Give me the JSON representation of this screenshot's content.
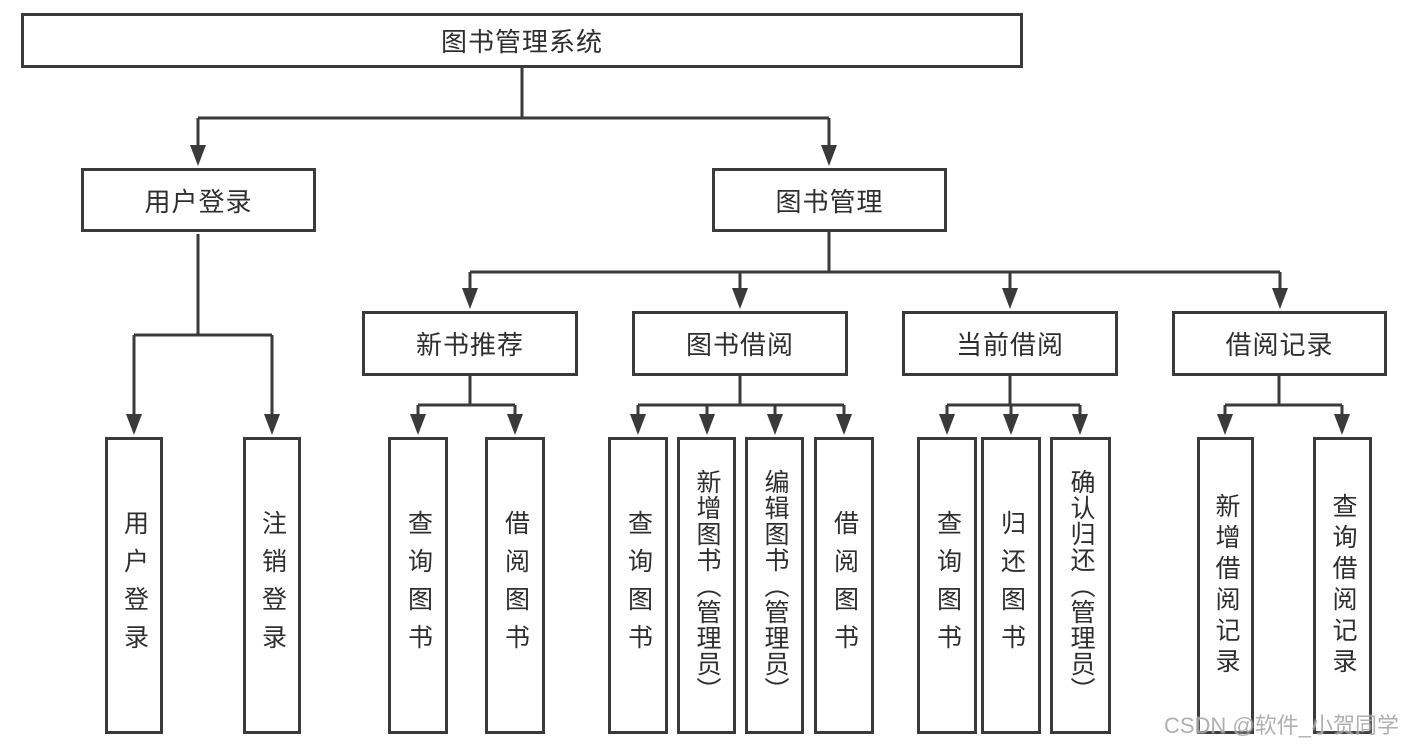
{
  "tree": {
    "root": {
      "label": "图书管理系统",
      "children": [
        {
          "label": "用户登录",
          "children": [
            {
              "label": "用户登录"
            },
            {
              "label": "注销登录"
            }
          ]
        },
        {
          "label": "图书管理",
          "children": [
            {
              "label": "新书推荐",
              "children": [
                {
                  "label": "查询图书"
                },
                {
                  "label": "借阅图书"
                }
              ]
            },
            {
              "label": "图书借阅",
              "children": [
                {
                  "label": "查询图书"
                },
                {
                  "label": "新增图书（管理员）"
                },
                {
                  "label": "编辑图书（管理员）"
                },
                {
                  "label": "借阅图书"
                }
              ]
            },
            {
              "label": "当前借阅",
              "children": [
                {
                  "label": "查询图书"
                },
                {
                  "label": "归还图书"
                },
                {
                  "label": "确认归还（管理员）"
                }
              ]
            },
            {
              "label": "借阅记录",
              "children": [
                {
                  "label": "新增借阅记录"
                },
                {
                  "label": "查询借阅记录"
                }
              ]
            }
          ]
        }
      ]
    }
  },
  "watermark": {
    "text": "CSDN @软件_小贺同学"
  },
  "colors": {
    "line": "#3a3a3a",
    "text": "#2e2e2e",
    "watermark": "#a8a8a8",
    "background": "#ffffff"
  }
}
